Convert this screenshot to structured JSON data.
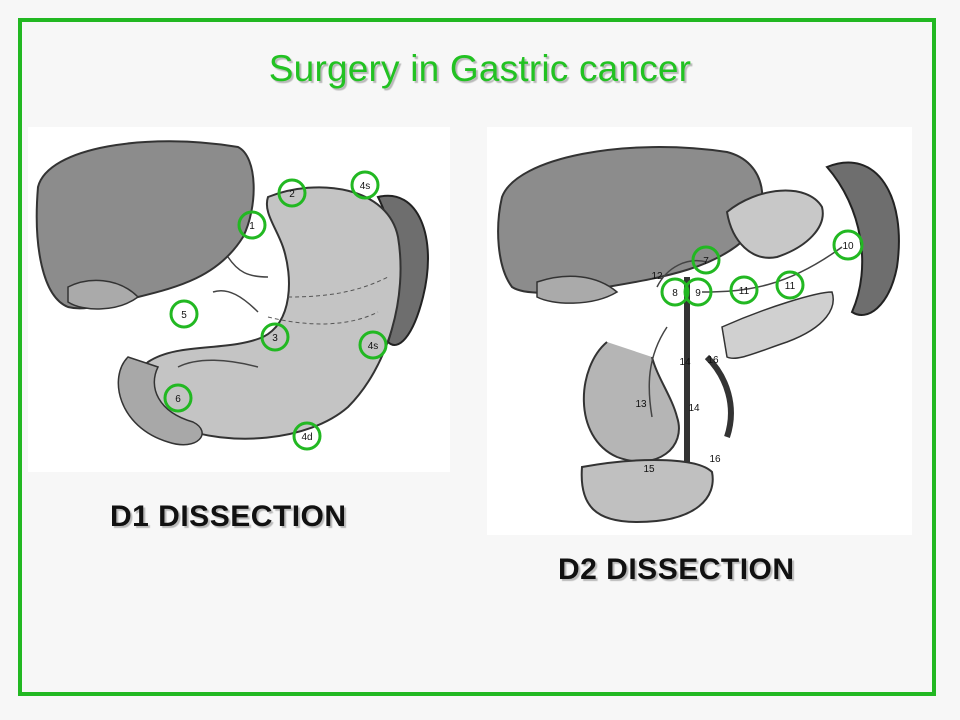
{
  "title": "Surgery in Gastric cancer",
  "d1": {
    "caption": "D1 DISSECTION",
    "stations": [
      "2",
      "4s",
      "1",
      "5",
      "3",
      "4s",
      "6",
      "4d"
    ]
  },
  "d2": {
    "caption": "D2 DISSECTION",
    "stations": [
      "10",
      "7",
      "12",
      "8",
      "9",
      "11",
      "11",
      "14",
      "16",
      "13",
      "14",
      "15",
      "16"
    ]
  },
  "colors": {
    "accent": "#22b822",
    "title": "#22c222"
  }
}
